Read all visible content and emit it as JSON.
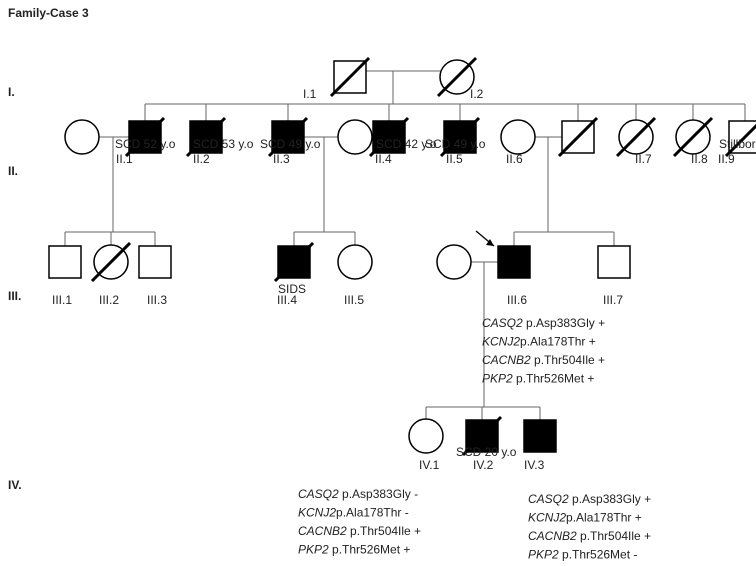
{
  "title": "Family-Case 3",
  "generations": [
    "I.",
    "II.",
    "III.",
    "IV."
  ],
  "individuals": [
    {
      "id": "I.1",
      "label": "I.1",
      "sex": "male",
      "affected": false,
      "deceased": true
    },
    {
      "id": "I.2",
      "label": "I.2",
      "sex": "female",
      "affected": false,
      "deceased": true
    },
    {
      "id": "II.1w",
      "label": "",
      "sex": "female",
      "affected": false,
      "deceased": false
    },
    {
      "id": "II.1",
      "label": "II.1",
      "sex": "male",
      "affected": true,
      "deceased": true,
      "note": "SCD 52 y.o"
    },
    {
      "id": "II.2",
      "label": "II.2",
      "sex": "male",
      "affected": true,
      "deceased": true,
      "note": "SCD 53 y.o"
    },
    {
      "id": "II.3",
      "label": "II.3",
      "sex": "male",
      "affected": true,
      "deceased": true,
      "note": "SCD 49 y.o"
    },
    {
      "id": "II.3w",
      "label": "",
      "sex": "female",
      "affected": false,
      "deceased": false
    },
    {
      "id": "II.4",
      "label": "II.4",
      "sex": "male",
      "affected": true,
      "deceased": true,
      "note": "SCD 42 y.o"
    },
    {
      "id": "II.5",
      "label": "II.5",
      "sex": "male",
      "affected": true,
      "deceased": true,
      "note": "SCD 49 y.o"
    },
    {
      "id": "II.6",
      "label": "II.6",
      "sex": "female",
      "affected": false,
      "deceased": false
    },
    {
      "id": "II.6h",
      "label": "",
      "sex": "male",
      "affected": false,
      "deceased": true
    },
    {
      "id": "II.7",
      "label": "II.7",
      "sex": "female",
      "affected": false,
      "deceased": true
    },
    {
      "id": "II.8",
      "label": "II.8",
      "sex": "female",
      "affected": false,
      "deceased": true
    },
    {
      "id": "II.9",
      "label": "II.9",
      "sex": "male",
      "affected": false,
      "deceased": true,
      "note": "Stillborn"
    },
    {
      "id": "III.1",
      "label": "III.1",
      "sex": "male",
      "affected": false,
      "deceased": false
    },
    {
      "id": "III.2",
      "label": "III.2",
      "sex": "female",
      "affected": false,
      "deceased": true
    },
    {
      "id": "III.3",
      "label": "III.3",
      "sex": "male",
      "affected": false,
      "deceased": false
    },
    {
      "id": "III.4",
      "label": "III.4",
      "sex": "male",
      "affected": true,
      "deceased": true,
      "note": "SIDS"
    },
    {
      "id": "III.5",
      "label": "III.5",
      "sex": "female",
      "affected": false,
      "deceased": false
    },
    {
      "id": "III.6w",
      "label": "",
      "sex": "female",
      "affected": false,
      "deceased": false
    },
    {
      "id": "III.6",
      "label": "III.6",
      "sex": "male",
      "affected": true,
      "deceased": false,
      "proband": true
    },
    {
      "id": "III.7",
      "label": "III.7",
      "sex": "male",
      "affected": false,
      "deceased": false
    },
    {
      "id": "IV.1",
      "label": "IV.1",
      "sex": "female",
      "affected": false,
      "deceased": false
    },
    {
      "id": "IV.2",
      "label": "IV.2",
      "sex": "male",
      "affected": true,
      "deceased": true,
      "note": "SCD 20 y.o"
    },
    {
      "id": "IV.3",
      "label": "IV.3",
      "sex": "male",
      "affected": true,
      "deceased": false
    }
  ],
  "variant_blocks": [
    {
      "id": "III.6",
      "lines": [
        {
          "gene": "CASQ2",
          "rest": " p.Asp383Gly +"
        },
        {
          "gene": "KCNJ2",
          "rest": "p.Ala178Thr +"
        },
        {
          "gene": "CACNB2",
          "rest": " p.Thr504Ile +"
        },
        {
          "gene": "PKP2",
          "rest": " p.Thr526Met +"
        }
      ]
    },
    {
      "id": "IV.1",
      "lines": [
        {
          "gene": "CASQ2",
          "rest": " p.Asp383Gly -"
        },
        {
          "gene": "KCNJ2",
          "rest": "p.Ala178Thr -"
        },
        {
          "gene": "CACNB2",
          "rest": " p.Thr504Ile +"
        },
        {
          "gene": "PKP2",
          "rest": " p.Thr526Met +"
        }
      ]
    },
    {
      "id": "IV.3",
      "lines": [
        {
          "gene": "CASQ2",
          "rest": " p.Asp383Gly +"
        },
        {
          "gene": "KCNJ2",
          "rest": "p.Ala178Thr +"
        },
        {
          "gene": "CACNB2",
          "rest": " p.Thr504Ile +"
        },
        {
          "gene": "PKP2",
          "rest": " p.Thr526Met -"
        }
      ]
    }
  ]
}
